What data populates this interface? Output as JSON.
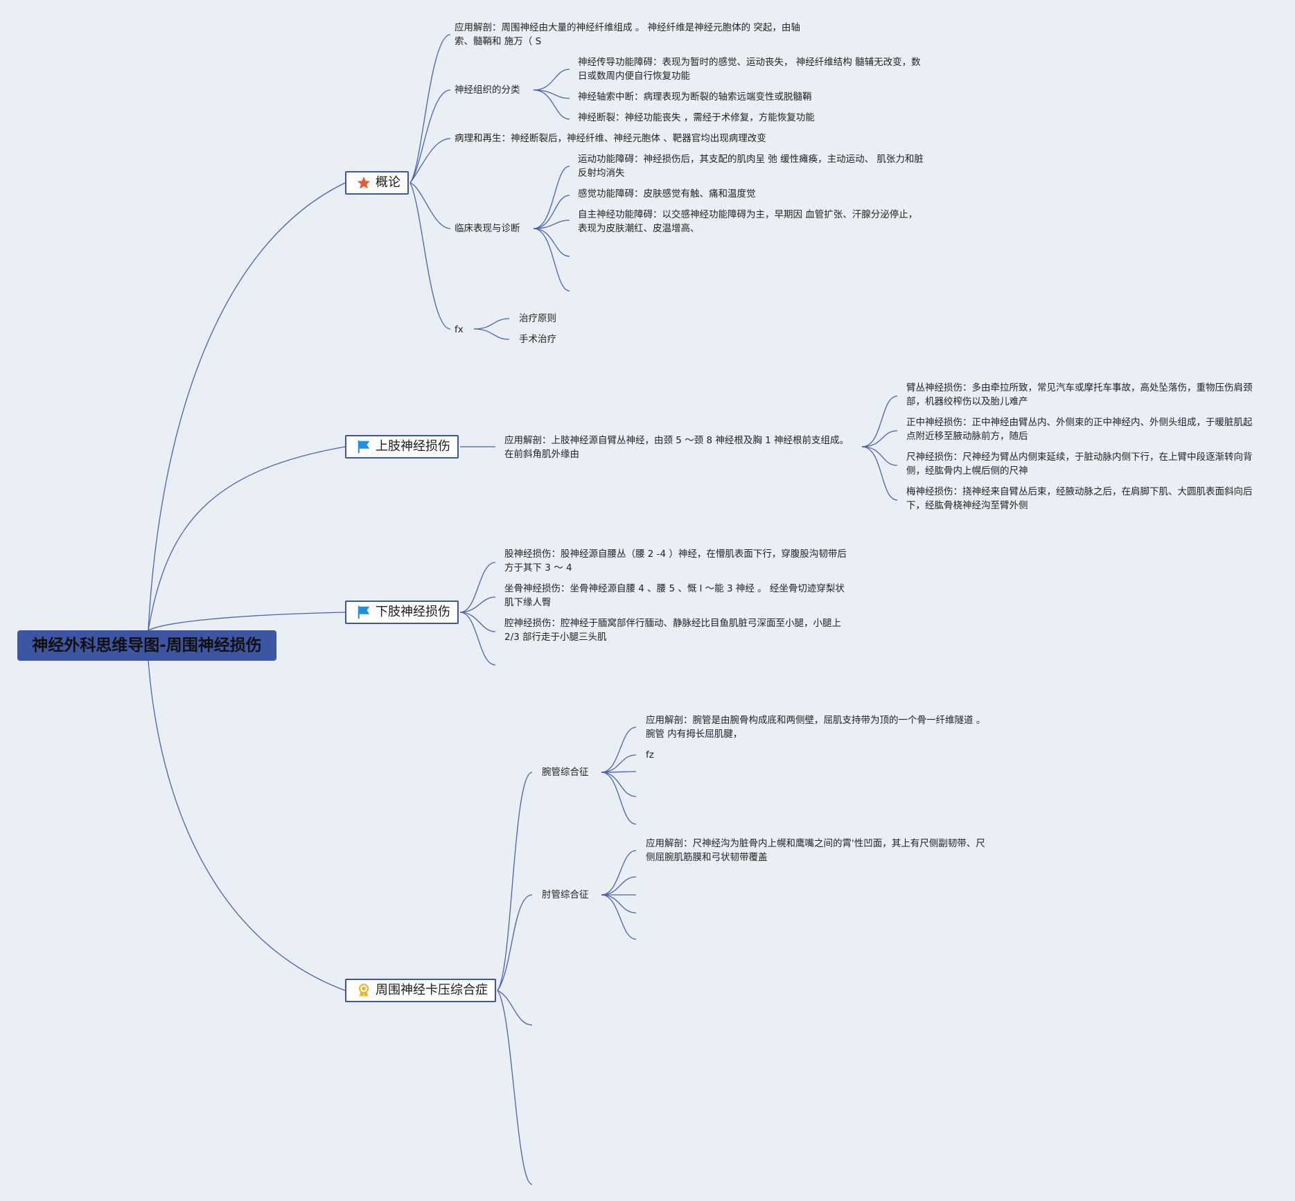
{
  "root": {
    "title": "神经外科思维导图-周围神经损伤"
  },
  "branches": {
    "overview": {
      "label": "概论",
      "anatomy": "应用解剖：周围神经由大量的神经纤维组成 。 神经纤维是神经元胞体的 突起，由轴索、髓鞘和 施万（ S",
      "classification": {
        "label": "神经组织的分类",
        "items": [
          "神经传导功能障碍：表现为暂时的感觉、运动丧失， 神经纤维结构 髓辅无改变，数日或数周内便自行恢复功能",
          "神经轴索中断：病理表现为断裂的轴索远端变性或脱髓鞘",
          "神经断裂：神经功能丧失 ，需经于术修复，方能恢复功能"
        ]
      },
      "pathology": "病理和再生：神经断裂后，神经纤维、神经元胞体 、靶器官均出现病理改变",
      "clinical": {
        "label": "临床表现与诊断",
        "items": [
          "运动功能障碍：神经损伤后，其支配的肌肉呈 弛 缓性瘫痪，主动运动、 肌张力和脏反射均消失",
          "感觉功能障碍：皮肤感觉有触、痛和温度觉",
          "自主神经功能障碍：以交感神经功能障碍为主，早期因 血管扩张、汗腺分泌停止，表现为皮肤潮红、皮温增高、"
        ]
      },
      "fx": {
        "label": "fx",
        "items": [
          "治疗原则",
          "手术治疗"
        ]
      }
    },
    "upper": {
      "label": "上肢神经损伤",
      "anatomy": "应用解剖：上肢神经源自臂丛神经，由颈 5 〜颈 8 神经根及胸 1 神经根前支组成。在前斜角肌外缘由",
      "items": [
        "臂丛神经损伤：多由牵拉所致，常见汽车或摩托车事故，高处坠落伤，重物压伤肩颈部，机器绞榨伤以及胎儿难产",
        "正中神经损伤：正中神经由臂丛内、外侧束的正中神经内、外侧头组成，于暖脏肌起点附近移至腋动脉前方，随后",
        "尺神经损伤：尺神经为臂丛内侧束延续，于脏动脉内侧下行，在上臂中段逐渐转向背侧，经肱骨内上幌后侧的尺神",
        "梅神经损伤：挠神经来自臂丛后束，经腋动脉之后，在肩脚下肌、大圆肌表面斜向后下，经肱骨桡神经沟至臂外侧"
      ]
    },
    "lower": {
      "label": "下肢神经损伤",
      "items": [
        "股神经损伤：股神经源自腰丛（腰 2 -4 ）神经，在懵肌表面下行，穿腹股沟韧带后方于其下 3 〜 4",
        "坐骨神经损伤：坐骨神经源自腰 4 、腰 5 、慨 l 〜能 3 神经 。 经坐骨切迹穿梨状肌下缘人臀",
        "腔神经损伤：腔神经于腼窝部伴行腼动、静脉经比目鱼肌脏弓深面至小腿，小腿上 2/3 部行走于小腿三头肌"
      ]
    },
    "compression": {
      "label": "周围神经卡压综合症",
      "carpal": {
        "label": "腕管综合征",
        "anatomy": "应用解剖：腕管是由腕骨构成底和两侧壁，屈肌支持带为顶的一个骨一纤维隧道 。 腕管 内有拇长屈肌腱，",
        "fz": "fz"
      },
      "cubital": {
        "label": "肘管综合征",
        "anatomy": "应用解剖：尺神经沟为脏骨内上幌和鹰嘴之间的霄'性凹面，其上有尺侧副韧带、尺侧屈腕肌筋膜和弓状韧带覆盖"
      }
    }
  },
  "colors": {
    "background": "#e9eff5",
    "line": "#4a63a8",
    "root_fill": "#3d56a3",
    "star_icon": "#e0603a",
    "flag_icon": "#1f8fe0",
    "badge_icon": "#e8b12a"
  }
}
